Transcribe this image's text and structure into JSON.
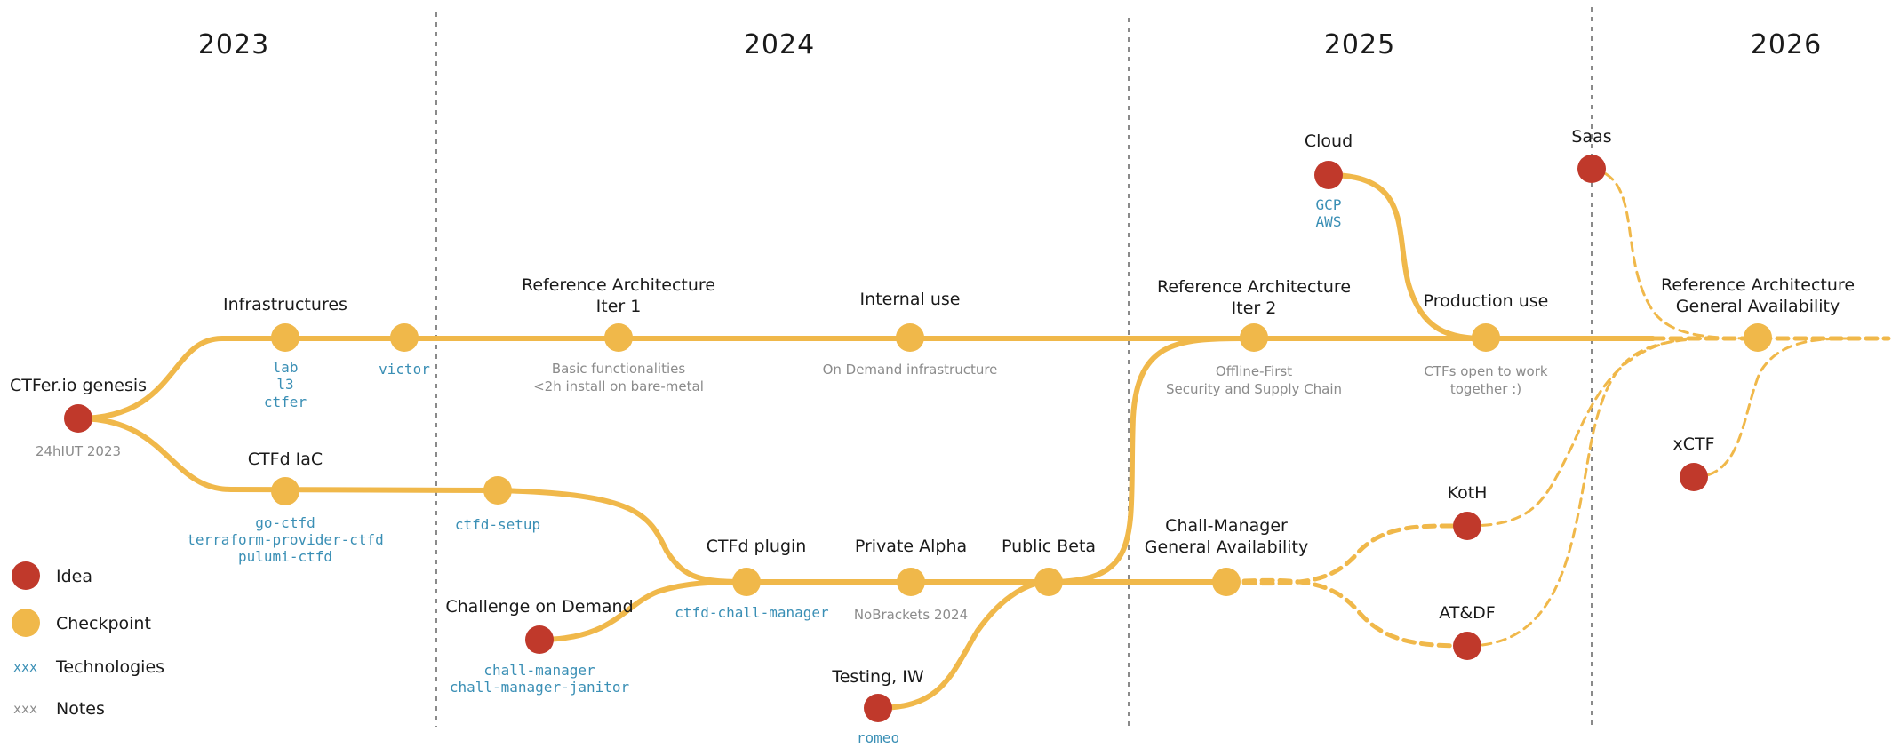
{
  "colors": {
    "idea": "#c0392b",
    "checkpoint": "#f0b84a",
    "technology": "#3a8fb5",
    "note": "#8b8b8b"
  },
  "years": [
    "2023",
    "2024",
    "2025",
    "2026"
  ],
  "nodes": {
    "genesis": {
      "type": "idea",
      "label": "CTFer.io genesis",
      "note": "24hIUT 2023"
    },
    "infrastructures": {
      "type": "checkpoint",
      "label": "Infrastructures",
      "tech": [
        "lab",
        "l3",
        "ctfer"
      ]
    },
    "victor": {
      "type": "checkpoint",
      "tech": [
        "victor"
      ]
    },
    "ref_arch_1": {
      "type": "checkpoint",
      "label": [
        "Reference Architecture",
        "Iter 1"
      ],
      "note": [
        "Basic functionalities",
        "<2h install on bare-metal"
      ]
    },
    "internal_use": {
      "type": "checkpoint",
      "label": "Internal use",
      "note": "On Demand infrastructure"
    },
    "ref_arch_2": {
      "type": "checkpoint",
      "label": [
        "Reference Architecture",
        "Iter 2"
      ],
      "note": [
        "Offline-First",
        "Security and Supply Chain"
      ]
    },
    "production_use": {
      "type": "checkpoint",
      "label": "Production use",
      "note": [
        "CTFs open to work",
        "together :)"
      ]
    },
    "ref_arch_ga": {
      "type": "checkpoint",
      "label": [
        "Reference Architecture",
        "General Availability"
      ]
    },
    "cloud": {
      "type": "idea",
      "label": "Cloud",
      "tech": [
        "GCP",
        "AWS"
      ]
    },
    "saas": {
      "type": "idea",
      "label": "Saas"
    },
    "ctfd_iac": {
      "type": "checkpoint",
      "label": "CTFd IaC",
      "tech": [
        "go-ctfd",
        "terraform-provider-ctfd",
        "pulumi-ctfd"
      ]
    },
    "ctfd_setup": {
      "type": "checkpoint",
      "tech": [
        "ctfd-setup"
      ]
    },
    "ctfd_plugin": {
      "type": "checkpoint",
      "label": "CTFd plugin",
      "tech": [
        "ctfd-chall-manager"
      ]
    },
    "private_alpha": {
      "type": "checkpoint",
      "label": "Private Alpha",
      "note": "NoBrackets 2024"
    },
    "public_beta": {
      "type": "checkpoint",
      "label": "Public Beta"
    },
    "chall_on_demand": {
      "type": "idea",
      "label": "Challenge on Demand",
      "tech": [
        "chall-manager",
        "chall-manager-janitor"
      ]
    },
    "testing_iw": {
      "type": "idea",
      "label": "Testing, IW",
      "tech": [
        "romeo"
      ]
    },
    "chall_manager_ga": {
      "type": "checkpoint",
      "label": [
        "Chall-Manager",
        "General Availability"
      ]
    },
    "koth": {
      "type": "idea",
      "label": "KotH"
    },
    "atdf": {
      "type": "idea",
      "label": "AT&DF"
    },
    "xctf": {
      "type": "idea",
      "label": "xCTF"
    }
  },
  "legend": {
    "idea": "Idea",
    "checkpoint": "Checkpoint",
    "technologies_marker": "xxx",
    "technologies": "Technologies",
    "notes_marker": "xxx",
    "notes": "Notes"
  }
}
